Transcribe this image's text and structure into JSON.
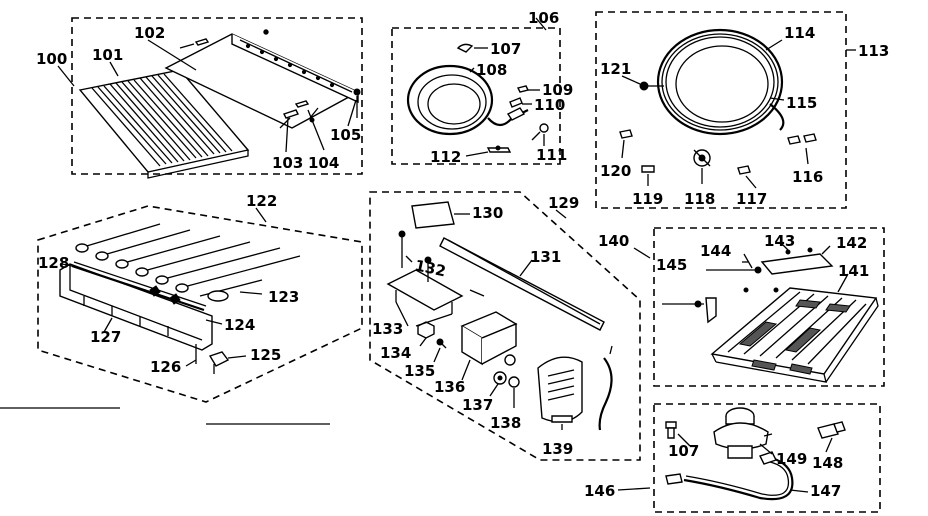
{
  "labels": {
    "p100": "100",
    "p101": "101",
    "p102": "102",
    "p103": "103",
    "p104": "104",
    "p105": "105",
    "p106": "106",
    "p107a": "107",
    "p108": "108",
    "p109": "109",
    "p110": "110",
    "p111": "111",
    "p112": "112",
    "p113": "113",
    "p114": "114",
    "p115": "115",
    "p116": "116",
    "p117": "117",
    "p118": "118",
    "p119": "119",
    "p120": "120",
    "p121": "121",
    "p122": "122",
    "p123": "123",
    "p124": "124",
    "p125": "125",
    "p126": "126",
    "p127": "127",
    "p128": "128",
    "p129": "129",
    "p130": "130",
    "p131": "131",
    "p132": "132",
    "p133": "133",
    "p134": "134",
    "p135": "135",
    "p136": "136",
    "p137": "137",
    "p138": "138",
    "p139": "139",
    "p140": "140",
    "p141": "141",
    "p142": "142",
    "p143": "143",
    "p144": "144",
    "p145": "145",
    "p146": "146",
    "p107b": "107",
    "p147": "147",
    "p148": "148",
    "p149": "149"
  }
}
